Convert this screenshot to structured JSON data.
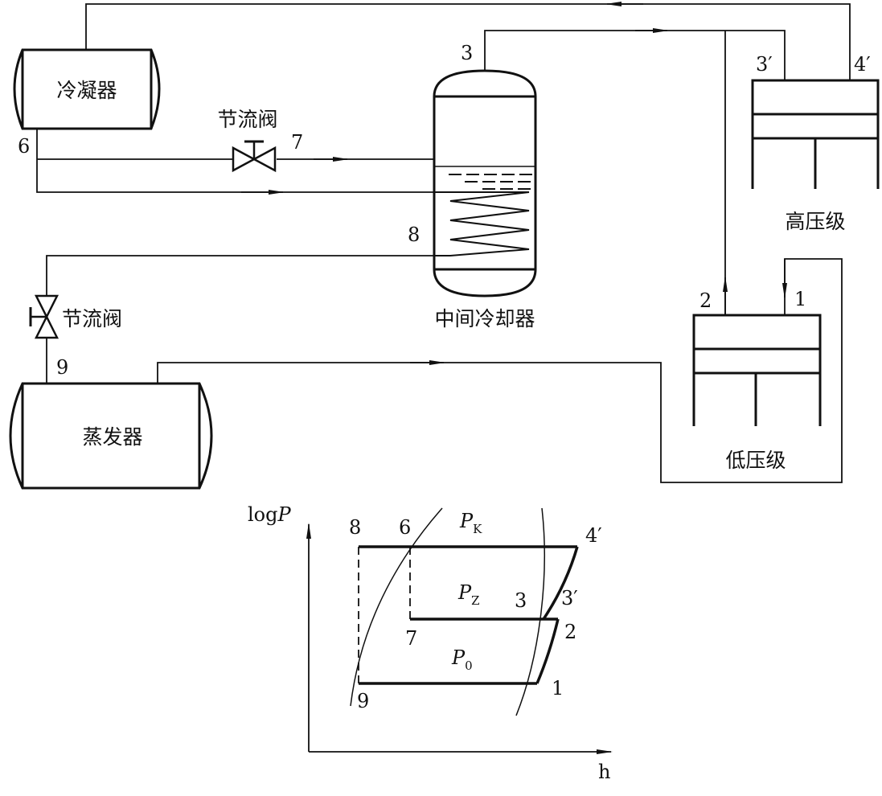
{
  "components": {
    "condenser": "冷凝器",
    "throttle_valve_top": "节流阀",
    "throttle_valve_left": "节流阀",
    "intercooler": "中间冷却器",
    "high_stage": "高压级",
    "low_stage": "低压级",
    "evaporator": "蒸发器"
  },
  "state_points": {
    "p1": "1",
    "p2": "2",
    "p3": "3",
    "p3p": "3′",
    "p4p": "4′",
    "p6": "6",
    "p7": "7",
    "p8": "8",
    "p9": "9"
  },
  "ph_diagram": {
    "y_axis_base": "log",
    "y_axis_italic": "P",
    "x_axis": "h",
    "pressure_main": "P",
    "pk_sub": "K",
    "pz_sub": "Z",
    "p0_sub": "0",
    "points": {
      "p1": "1",
      "p2": "2",
      "p3": "3",
      "p3p": "3′",
      "p4p": "4′",
      "p6": "6",
      "p7": "7",
      "p8": "8",
      "p9": "9"
    }
  },
  "colors": {
    "line": "#111111",
    "background": "#ffffff"
  }
}
